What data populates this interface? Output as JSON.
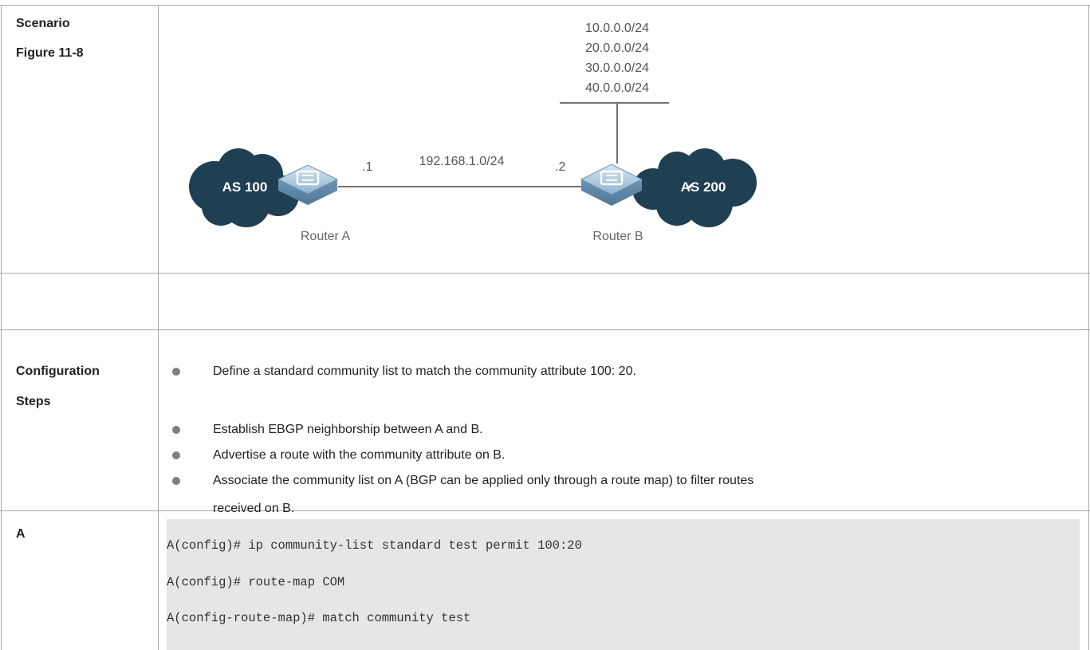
{
  "table": {
    "scenario_label": "Scenario",
    "figure_label": "Figure 11-8",
    "config_label_line1": "Configuration",
    "config_label_line2": "Steps",
    "a_label": "A"
  },
  "figure": {
    "networks": [
      "10.0.0.0/24",
      "20.0.0.0/24",
      "30.0.0.0/24",
      "40.0.0.0/24"
    ],
    "link_subnet": "192.168.1.0/24",
    "router_a_suffix": ".1",
    "router_b_suffix": ".2",
    "as_left": "AS 100",
    "as_right": "AS 200",
    "router_a_label": "Router A",
    "router_b_label": "Router B",
    "cloud_color": "#1f3f52",
    "router_color": "#8fb4d0"
  },
  "steps": [
    "Define a standard community list to match the community attribute 100: 20.",
    "Establish EBGP neighborship between A and B.",
    "Advertise a route with the community attribute on B.",
    "Associate the community list on A (BGP can be applied only through a route map) to filter routes",
    "received on B."
  ],
  "code": [
    "A(config)# ip community-list standard test permit 100:20",
    "A(config)# route-map COM",
    "A(config-route-map)# match community test"
  ]
}
